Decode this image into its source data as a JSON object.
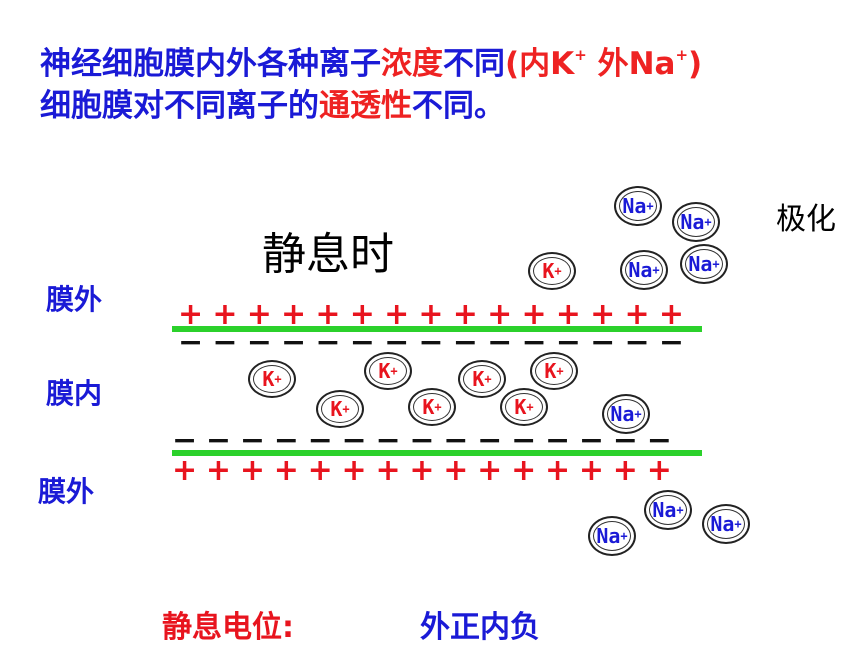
{
  "heading": {
    "line1_a": "神经细胞膜内外各种离子",
    "line1_b": "浓度",
    "line1_c": "不同",
    "line1_d": "(内K",
    "line1_sup1": "+",
    "line1_e": " 外Na",
    "line1_sup2": "+",
    "line1_f": ")",
    "line2_a": "细胞膜对不同离子的",
    "line2_b": "通透性",
    "line2_c": "不同。"
  },
  "state_title": "静息时",
  "status_label": "极化",
  "labels": {
    "outside_top": "膜外",
    "inside": "膜内",
    "outside_bottom": "膜外"
  },
  "charges": {
    "plus": "+",
    "minus": "−",
    "count": 15
  },
  "ions": {
    "k_symbol": "K",
    "na_symbol": "Na",
    "charge": "+"
  },
  "footer": {
    "label": "静息电位:",
    "value": "外正内负"
  },
  "colors": {
    "heading_blue": "#1a1ad6",
    "emphasis_red": "#ee2222",
    "membrane_green": "#2bd12b",
    "k_ion": "#e8141e",
    "na_ion": "#1a1ad6"
  }
}
